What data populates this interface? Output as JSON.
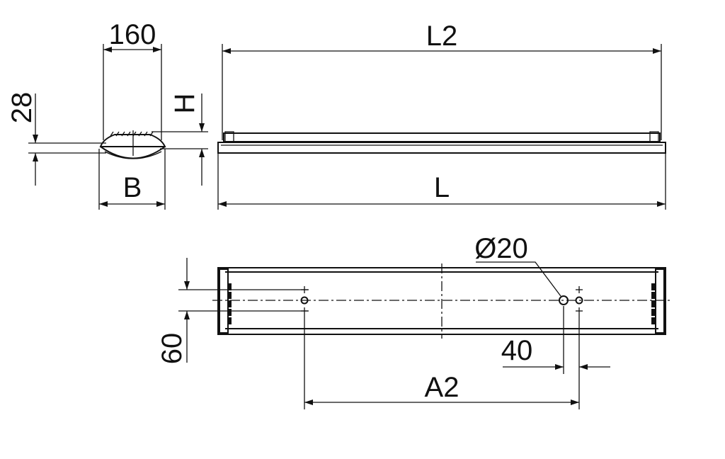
{
  "drawing": {
    "line_color": "#111111",
    "background": "#ffffff",
    "dimensions": {
      "width_160": "160",
      "height_28": "28",
      "height_H": "H",
      "width_B": "B",
      "length_L2": "L2",
      "length_L": "L",
      "diameter": "Ø20",
      "spacing_60": "60",
      "offset_40": "40",
      "distance_A2": "A2"
    }
  }
}
